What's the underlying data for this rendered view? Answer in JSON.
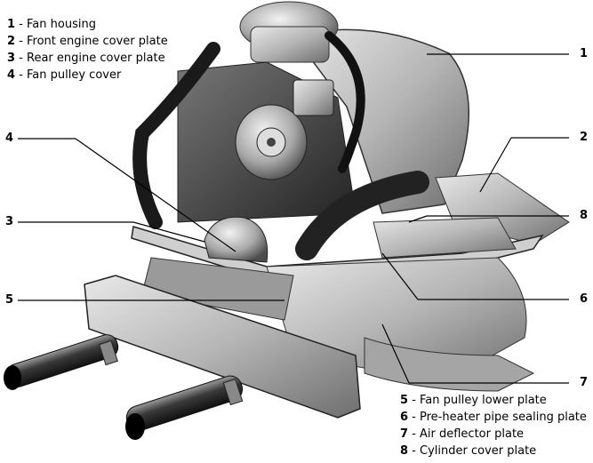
{
  "legend_top": [
    {
      "num": "1",
      "label": "Fan housing"
    },
    {
      "num": "2",
      "label": "Front engine cover plate"
    },
    {
      "num": "3",
      "label": "Rear engine cover plate"
    },
    {
      "num": "4",
      "label": "Fan pulley cover"
    }
  ],
  "legend_bottom": [
    {
      "num": "5",
      "label": "Fan pulley lower plate"
    },
    {
      "num": "6",
      "label": "Pre-heater pipe sealing plate"
    },
    {
      "num": "7",
      "label": "Air deflector plate"
    },
    {
      "num": "8",
      "label": "Cylinder cover plate"
    }
  ],
  "separator": " - ",
  "callouts": [
    "1",
    "2",
    "3",
    "4",
    "5",
    "6",
    "7",
    "8"
  ]
}
